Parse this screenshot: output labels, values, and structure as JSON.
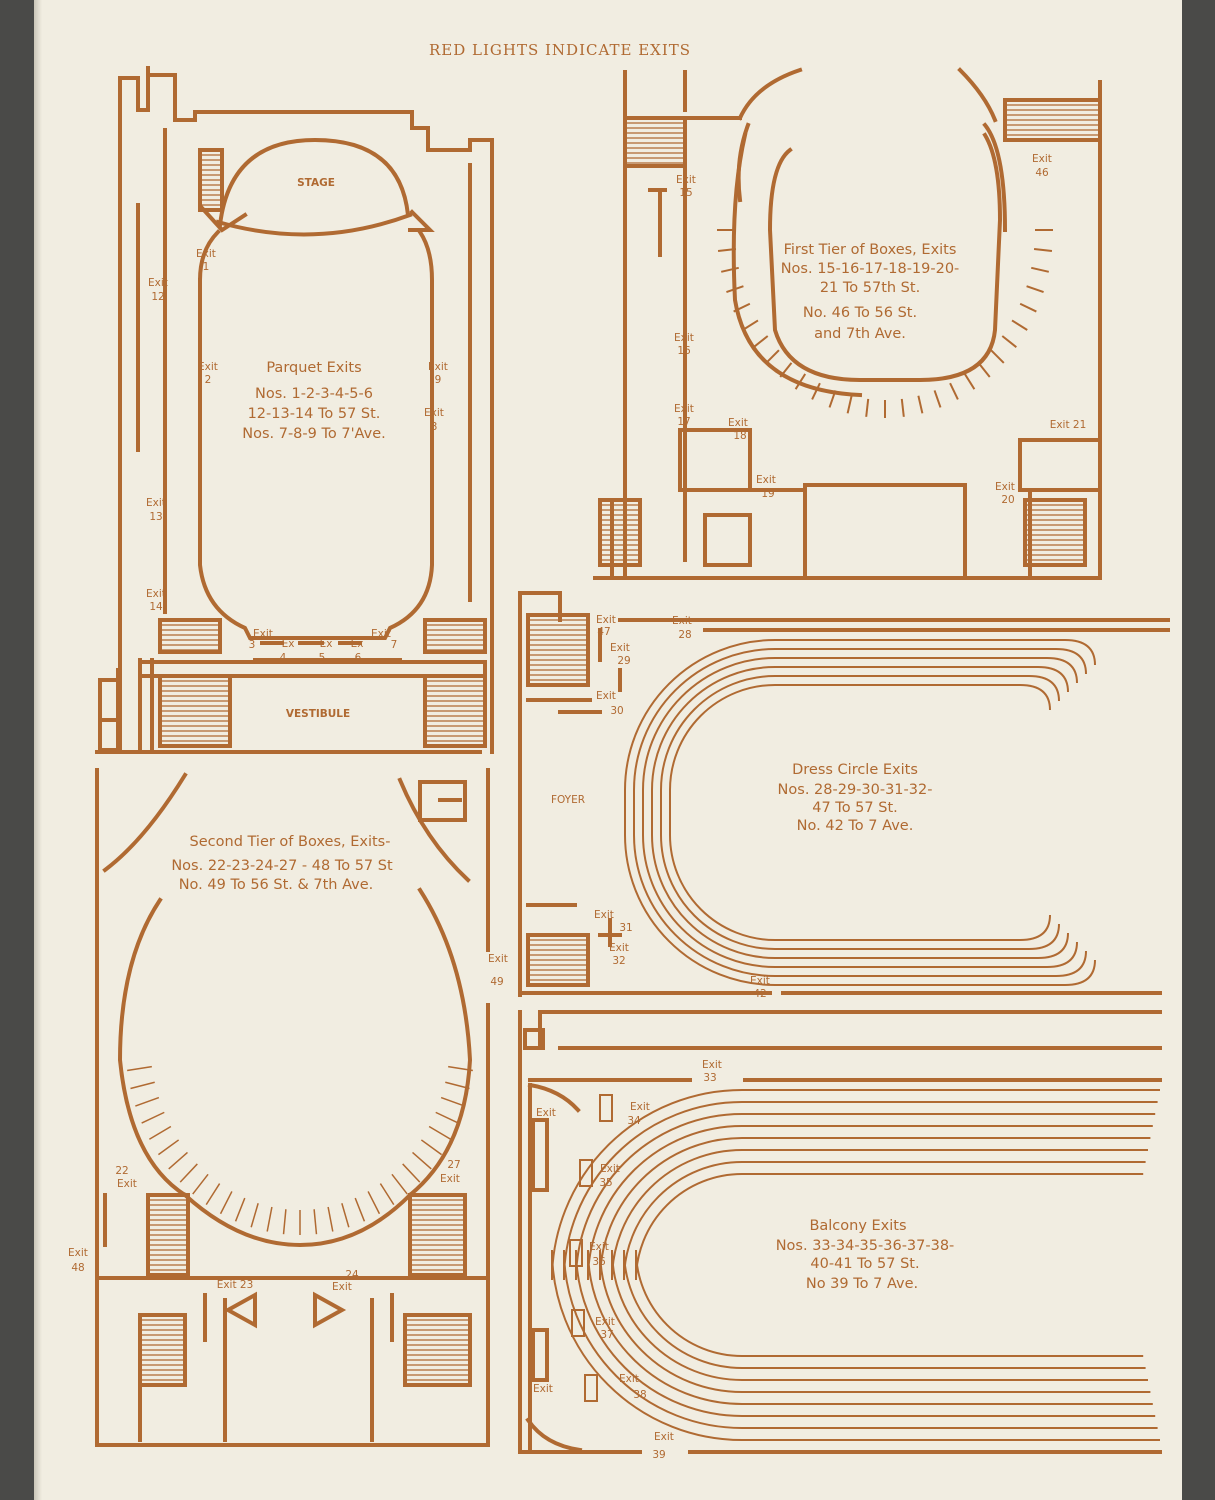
{
  "header": "RED LIGHTS INDICATE EXITS",
  "colors": {
    "ink": "#b06a32",
    "paper": "#f1ede1",
    "border": "#4a4a48"
  },
  "parquet": {
    "stage": "STAGE",
    "vestibule": "VESTIBULE",
    "title": "Parquet Exits",
    "line1": "Nos. 1-2-3-4-5-6",
    "line2": "12-13-14 To 57 St.",
    "line3": "Nos. 7-8-9 To 7'Ave.",
    "exits": {
      "e1": [
        "Exit",
        "1"
      ],
      "e2": [
        "Exit",
        "2"
      ],
      "e9": [
        "Exit",
        "9"
      ],
      "e8": [
        "Exit",
        "8"
      ],
      "e12": [
        "Exit",
        "12"
      ],
      "e13": [
        "Exit",
        "13"
      ],
      "e14": [
        "Exit",
        "14"
      ],
      "e3": [
        "Exit",
        "3"
      ],
      "e4": [
        "Ex",
        "4"
      ],
      "e5": [
        "Ex",
        "5"
      ],
      "e6": [
        "Ex",
        "6"
      ],
      "e7": [
        "Exit",
        "7"
      ]
    }
  },
  "first_tier": {
    "line1": "First Tier of Boxes, Exits",
    "line2": "Nos. 15-16-17-18-19-20-",
    "line3": "21 To 57th St.",
    "line4": "No. 46 To 56 St.",
    "line5": "and 7th Ave.",
    "exits": {
      "e15": [
        "Exit",
        "15"
      ],
      "e16": [
        "Exit",
        "16"
      ],
      "e17": [
        "Exit",
        "17"
      ],
      "e18": [
        "Exit",
        "18"
      ],
      "e19": [
        "Exit",
        "19"
      ],
      "e20": [
        "Exit",
        "20"
      ],
      "e21": "Exit 21",
      "e46": [
        "Exit",
        "46"
      ]
    }
  },
  "dress_circle": {
    "foyer": "FOYER",
    "line1": "Dress Circle Exits",
    "line2": "Nos. 28-29-30-31-32-",
    "line3": "47 To 57 St.",
    "line4": "No. 42 To 7 Ave.",
    "exits": {
      "e47": [
        "Exit",
        "47"
      ],
      "e28": [
        "Exit",
        "28"
      ],
      "e29": [
        "Exit",
        "29"
      ],
      "e30": [
        "Exit",
        "30"
      ],
      "e31": [
        "Exit",
        "31"
      ],
      "e32": [
        "Exit",
        "32"
      ],
      "e42": [
        "Exit",
        "42"
      ]
    }
  },
  "second_tier": {
    "line1": "Second Tier of Boxes, Exits-",
    "line2": "Nos. 22-23-24-27 - 48 To 57 St",
    "line3": "No. 49 To 56 St. & 7th Ave.",
    "exits": {
      "e49": [
        "Exit",
        "49"
      ],
      "e22": [
        "22",
        "Exit"
      ],
      "e27": [
        "27",
        "Exit"
      ],
      "e48": [
        "Exit",
        "48"
      ],
      "e23": "Exit 23",
      "e24": [
        "24",
        "Exit"
      ]
    }
  },
  "balcony": {
    "line1": "Balcony Exits",
    "line2": "Nos. 33-34-35-36-37-38-",
    "line3": "40-41 To 57 St.",
    "line4": "No 39 To 7 Ave.",
    "exits": {
      "e33": [
        "Exit",
        "33"
      ],
      "e34": [
        "Exit",
        "34"
      ],
      "e35": [
        "Exit",
        "35"
      ],
      "e36": [
        "Exit",
        "36"
      ],
      "e37": [
        "Exit",
        "37"
      ],
      "e38": [
        "Exit",
        "38"
      ],
      "e39": [
        "Exit",
        "39"
      ],
      "ea": "Exit",
      "eb": "Exit"
    }
  }
}
